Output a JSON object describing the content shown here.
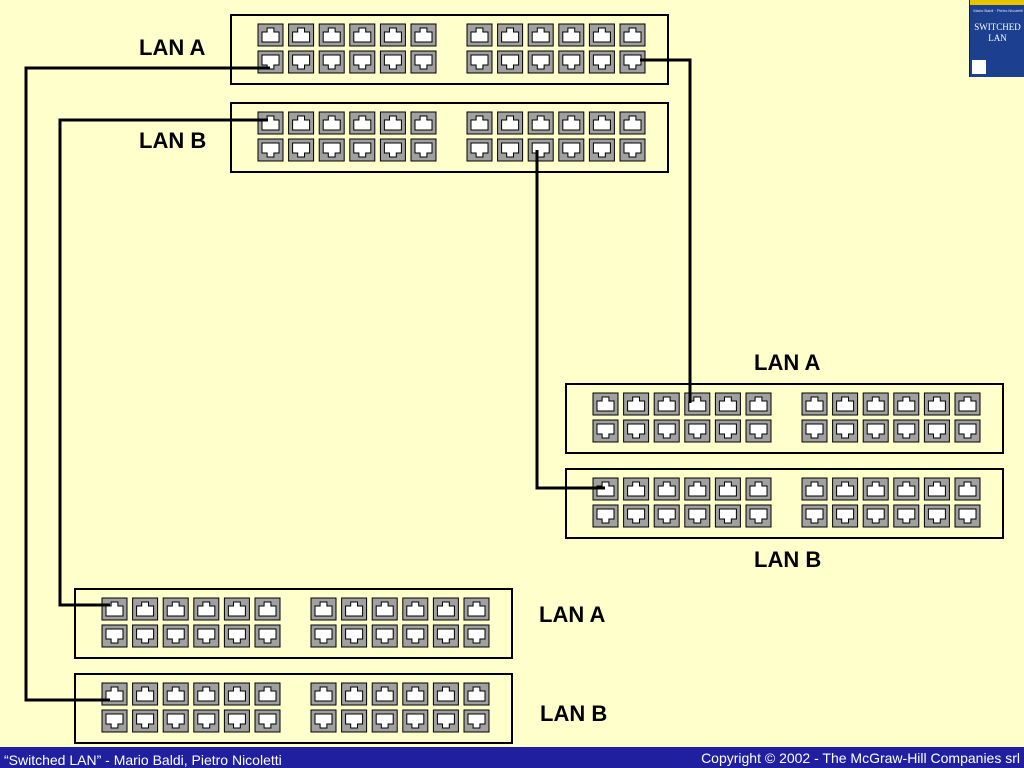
{
  "diagram": {
    "switches": [
      {
        "id": "sw1",
        "label": "LAN A"
      },
      {
        "id": "sw2",
        "label": "LAN B"
      },
      {
        "id": "sw3",
        "label": "LAN A"
      },
      {
        "id": "sw4",
        "label": "LAN B"
      },
      {
        "id": "sw5",
        "label": "LAN A"
      },
      {
        "id": "sw6",
        "label": "LAN B"
      }
    ],
    "ports_per_switch": 24
  },
  "book_cover": {
    "authors": "Mario Baldi · Pietro Nicoletti",
    "title_line1": "SWITCHED",
    "title_line2": "LAN"
  },
  "footer": {
    "left": "“Switched LAN” - Mario Baldi, Pietro Nicoletti",
    "right": "Copyright © 2002 - The McGraw-Hill Companies srl"
  },
  "colors": {
    "background": "#FFFFCC",
    "footer_bg": "#1F1FA0",
    "port_fill": "#A0A0A0",
    "line": "#000000"
  }
}
